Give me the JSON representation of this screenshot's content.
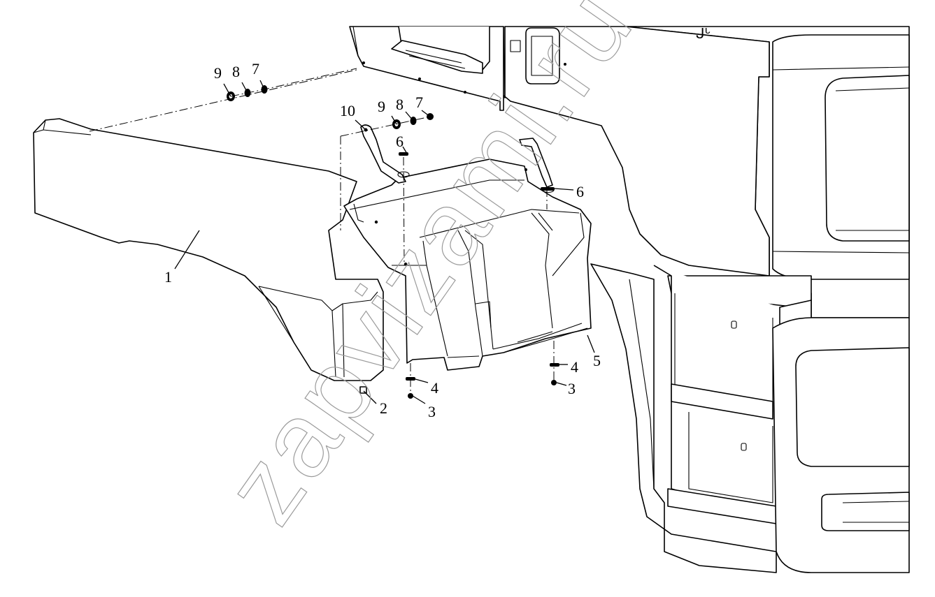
{
  "watermark": "zapvizami.ru",
  "cab_mark": "ᒍᒡ",
  "callouts": [
    {
      "id": "c1",
      "label": "1"
    },
    {
      "id": "c2",
      "label": "2"
    },
    {
      "id": "c3a",
      "label": "3"
    },
    {
      "id": "c3b",
      "label": "3"
    },
    {
      "id": "c4a",
      "label": "4"
    },
    {
      "id": "c4b",
      "label": "4"
    },
    {
      "id": "c5",
      "label": "5"
    },
    {
      "id": "c6a",
      "label": "6"
    },
    {
      "id": "c6b",
      "label": "6"
    },
    {
      "id": "c7a",
      "label": "7"
    },
    {
      "id": "c8a",
      "label": "8"
    },
    {
      "id": "c9a",
      "label": "9"
    },
    {
      "id": "c7b",
      "label": "7"
    },
    {
      "id": "c8b",
      "label": "8"
    },
    {
      "id": "c9b",
      "label": "9"
    },
    {
      "id": "c10",
      "label": "10"
    }
  ]
}
